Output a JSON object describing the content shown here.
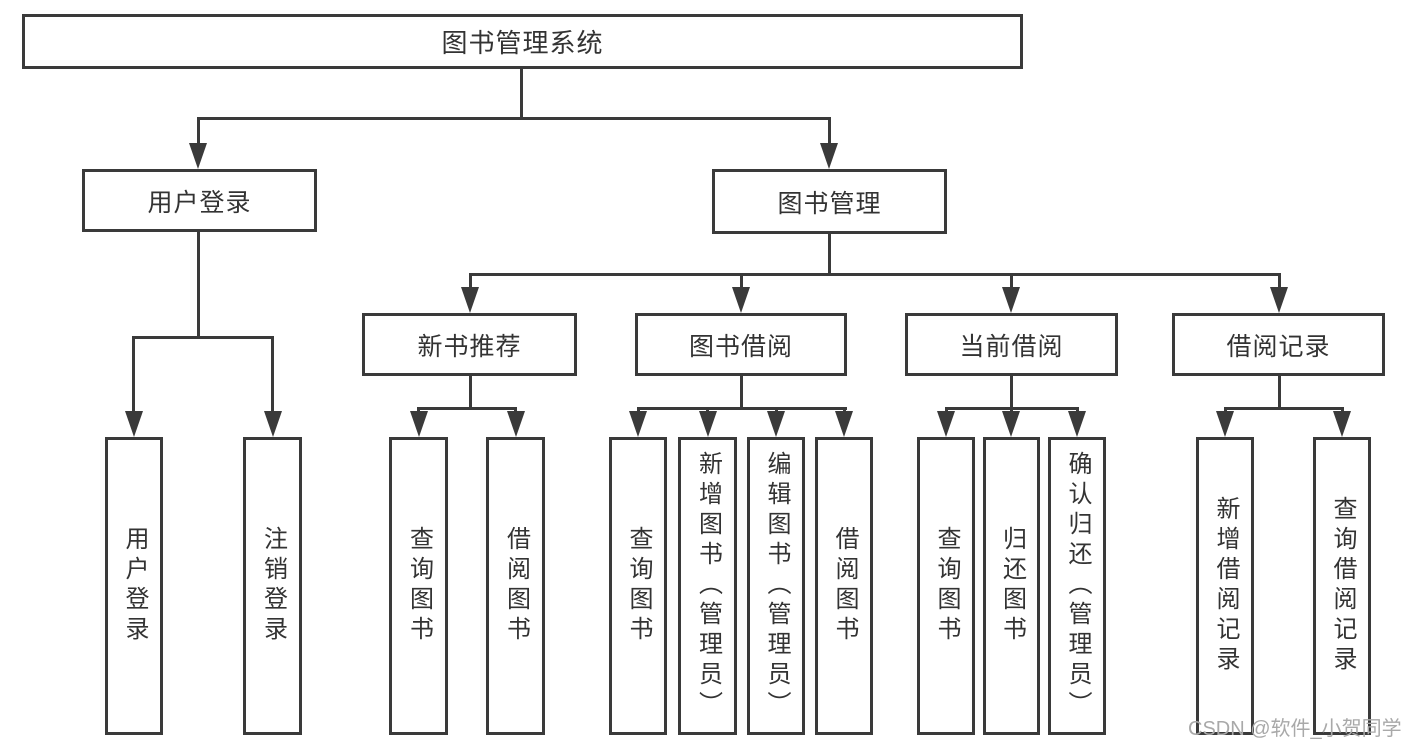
{
  "diagram": {
    "root": {
      "label": "图书管理系统"
    },
    "level2": [
      {
        "id": "user-login",
        "label": "用户登录"
      },
      {
        "id": "book-management",
        "label": "图书管理"
      }
    ],
    "level3": [
      {
        "id": "new-book-recommend",
        "label": "新书推荐"
      },
      {
        "id": "book-borrow",
        "label": "图书借阅"
      },
      {
        "id": "current-borrow",
        "label": "当前借阅"
      },
      {
        "id": "borrow-records",
        "label": "借阅记录"
      }
    ],
    "leaves": [
      {
        "label": "用户登录"
      },
      {
        "label": "注销登录"
      },
      {
        "label": "查询图书"
      },
      {
        "label": "借阅图书"
      },
      {
        "label": "查询图书"
      },
      {
        "label": "新增图书（管理员）"
      },
      {
        "label": "编辑图书（管理员）"
      },
      {
        "label": "借阅图书"
      },
      {
        "label": "查询图书"
      },
      {
        "label": "归还图书"
      },
      {
        "label": "确认归还（管理员）"
      },
      {
        "label": "新增借阅记录"
      },
      {
        "label": "查询借阅记录"
      }
    ]
  },
  "watermark": {
    "text": "CSDN @软件_小贺同学"
  },
  "colors": {
    "line": "#3a3a3a",
    "text": "#333333",
    "watermark": "#a9a9a9",
    "background": "#ffffff"
  }
}
